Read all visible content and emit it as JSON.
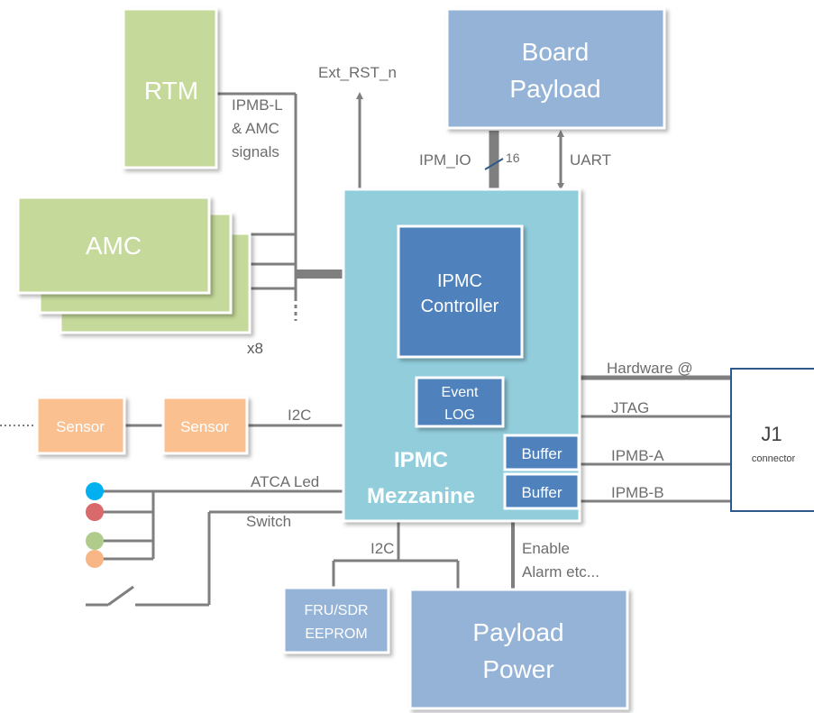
{
  "colors": {
    "green_block": "#c5d99a",
    "blue_block": "#95b3d7",
    "dark_blue_block": "#4f81bd",
    "mezzanine": "#92cddc",
    "sensor": "#fac090",
    "line": "#7f7f7f",
    "led_blue": "#00b0f0",
    "led_red": "#d9696b",
    "led_green": "#b1cb8c",
    "led_orange": "#f8b586"
  },
  "blocks": {
    "rtm": "RTM",
    "amc": "AMC",
    "amc_count": "x8",
    "board_payload_line1": "Board",
    "board_payload_line2": "Payload",
    "ipmc_controller_line1": "IPMC",
    "ipmc_controller_line2": "Controller",
    "event_log_line1": "Event",
    "event_log_line2": "LOG",
    "mezzanine_line1": "IPMC",
    "mezzanine_line2": "Mezzanine",
    "buffer_a": "Buffer",
    "buffer_b": "Buffer",
    "sensor_1": "Sensor",
    "sensor_2": "Sensor",
    "j1_title": "J1",
    "j1_subtitle": "connector",
    "fru_line1": "FRU/SDR",
    "fru_line2": "EEPROM",
    "payload_power_line1": "Payload",
    "payload_power_line2": "Power"
  },
  "labels": {
    "ext_rst": "Ext_RST_n",
    "ipmb_l_line1": "IPMB-L",
    "ipmb_l_line2": "& AMC",
    "ipmb_l_line3": "signals",
    "ipm_io": "IPM_IO",
    "bus_width": "16",
    "uart": "UART",
    "hardware": "Hardware @",
    "jtag": "JTAG",
    "ipmb_a": "IPMB-A",
    "ipmb_b": "IPMB-B",
    "i2c_sensor": "I2C",
    "atca_led": "ATCA Led",
    "switch": "Switch",
    "i2c_eeprom": "I2C",
    "enable_line1": "Enable",
    "enable_line2": "Alarm etc..."
  }
}
